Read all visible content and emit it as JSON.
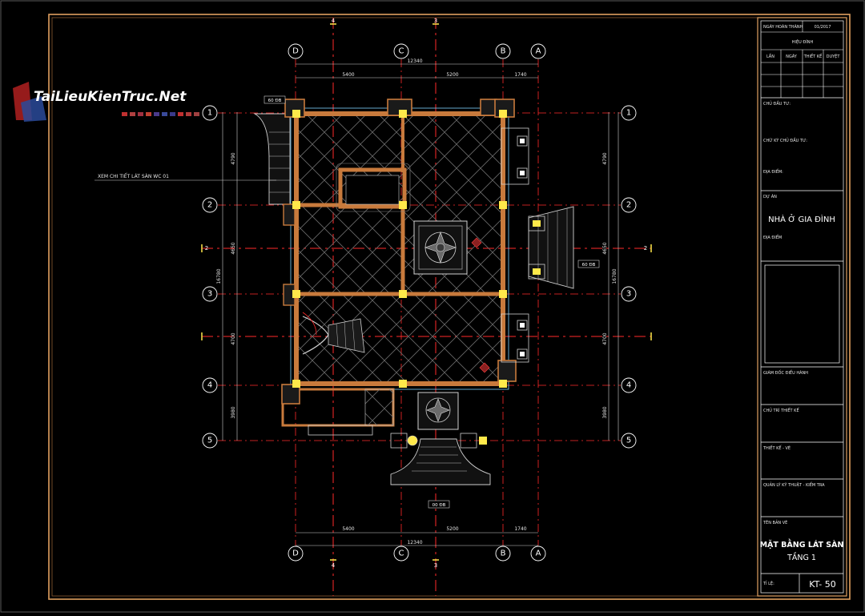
{
  "watermark": {
    "brand": "TaiLieuKienTruc.Net"
  },
  "colors": {
    "background": "#000000",
    "frame": "#e0a060",
    "wall": "#c87a3c",
    "grid_red": "#ff2a2a",
    "cyan": "#7fd4ff",
    "column": "#ffe94a",
    "tile": "#5a5a5a"
  },
  "axes": {
    "vertical": [
      "D",
      "C",
      "B",
      "A"
    ],
    "horizontal": [
      "1",
      "2",
      "3",
      "4",
      "5"
    ],
    "section_top": [
      "4",
      "3"
    ],
    "section_bottom": [
      "4",
      "3"
    ],
    "section_side": [
      "2",
      "2"
    ]
  },
  "dimensions": {
    "top_total": "12340",
    "top_segments": [
      "5400",
      "5200",
      "1740"
    ],
    "bottom_total": "12340",
    "bottom_segments": [
      "5400",
      "5200",
      "1740"
    ],
    "side_segments": [
      "4790",
      "4650",
      "4700",
      "3980"
    ],
    "side_total": "16780"
  },
  "annotations": {
    "callout_wc": "XEM CHI TIẾT LÁT SÀN WC 01",
    "level_back": "60 ĐB",
    "level_right": "60 ĐB",
    "level_front": "00 ĐB"
  },
  "title_block": {
    "date_label": "NGÀY HOÀN THÀNH",
    "date_value": "01/2017",
    "revision_label": "HIỆU ĐÍNH",
    "revision_headers": [
      "LẦN",
      "NGÀY",
      "THIẾT KẾ",
      "DUYỆT"
    ],
    "owner_label": "CHỦ ĐẦU TƯ:",
    "owner_sign_label": "CHỮ KÝ CHỦ ĐẦU TƯ:",
    "location_label": "ĐỊA ĐIỂM:",
    "project_label": "DỰ ÁN",
    "project_name": "NHÀ Ở GIA ĐÌNH",
    "project_location_label": "ĐỊA ĐIỂM",
    "director_label": "GIÁM ĐỐC ĐIỀU HÀNH",
    "lead_designer_label": "CHỦ TRÌ THIẾT KẾ",
    "designer_label": "THIẾT KẾ - VẼ",
    "qc_label": "QUẢN LÝ KỸ THUẬT - KIỂM TRA",
    "drawing_name_label": "TÊN BẢN VẼ",
    "drawing_title_line1": "MẶT BẰNG LÁT SÀN",
    "drawing_title_line2": "TẦNG 1",
    "scale_label": "TỈ LỆ:",
    "sheet_number": "KT- 50"
  }
}
